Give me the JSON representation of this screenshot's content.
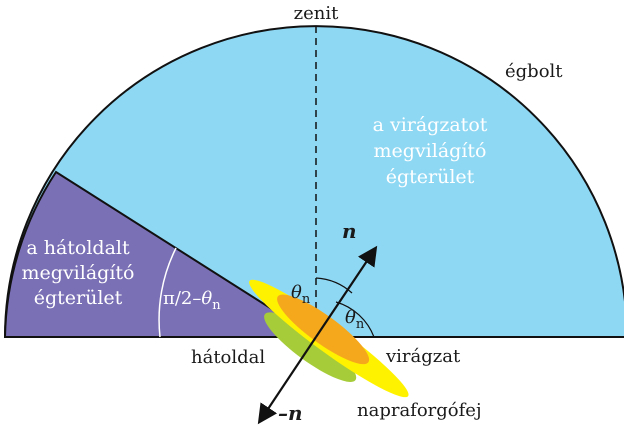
{
  "labels": {
    "zenith": "zenit",
    "sky": "égbolt",
    "front_region": [
      "a virágzatot",
      "megvilágító",
      "égterület"
    ],
    "back_region": [
      "a hátoldalt",
      "megvilágító",
      "égterület"
    ],
    "angle_complement": "π/2–",
    "theta": "θ",
    "theta_sub": "n",
    "normal": "n",
    "neg_normal": "–n",
    "back_side": "hátoldal",
    "flower_side": "virágzat",
    "head": "napraforgófej"
  },
  "colors": {
    "sky_fill": "#8fd8f4",
    "back_region_fill": "#7a70b5",
    "outline": "#111111",
    "flower_orange": "#f6a81c",
    "flower_yellow": "#fff200",
    "flower_green": "#a6cc39"
  }
}
